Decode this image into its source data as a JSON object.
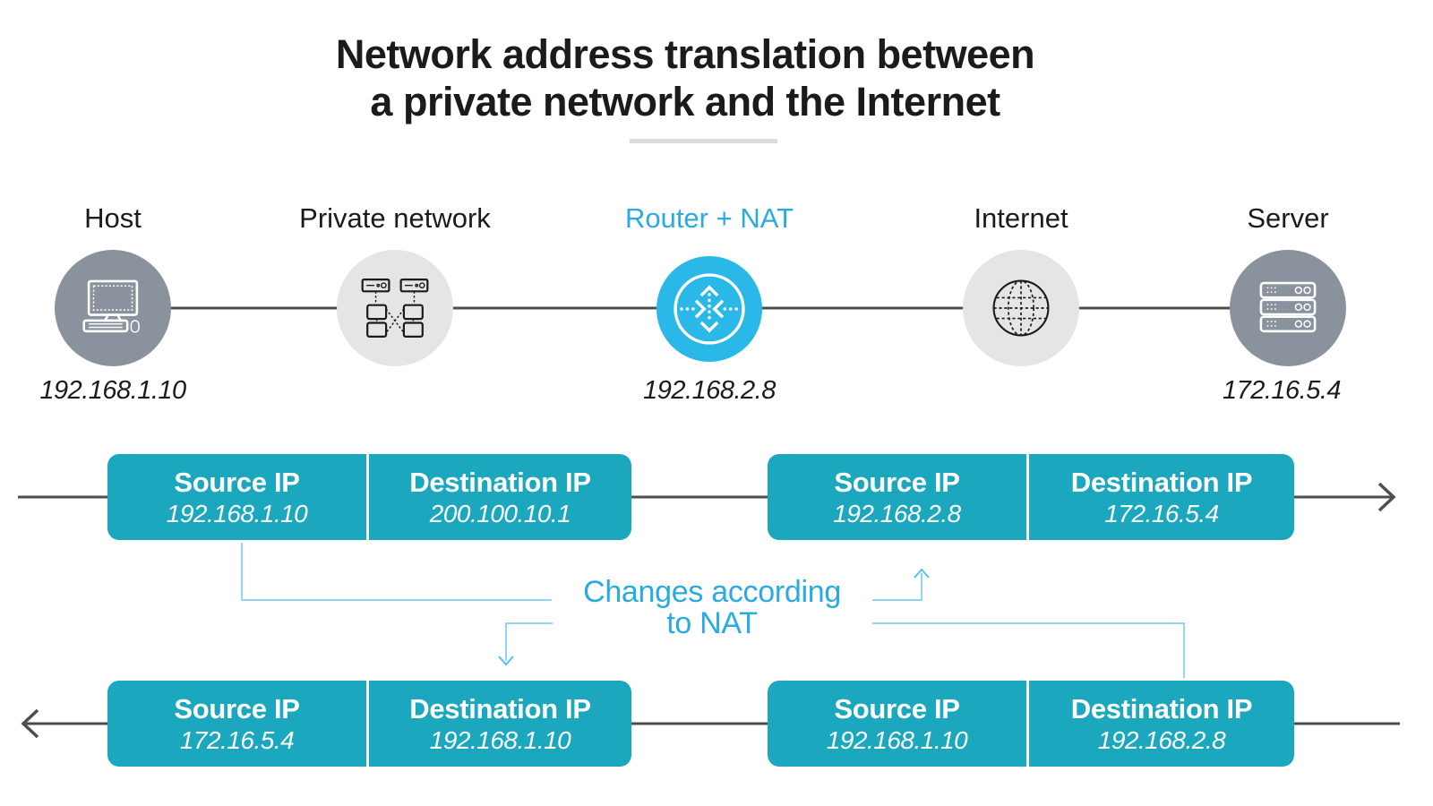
{
  "title": {
    "line1": "Network address translation between",
    "line2": "a private network and the Internet"
  },
  "nodes": [
    {
      "label": "Host",
      "ip": "192.168.1.10",
      "icon": "computer-icon",
      "variant": "gray"
    },
    {
      "label": "Private network",
      "ip": "",
      "icon": "network-icon",
      "variant": "light"
    },
    {
      "label": "Router + NAT",
      "ip": "192.168.2.8",
      "icon": "router-icon",
      "variant": "cyan"
    },
    {
      "label": "Internet",
      "ip": "",
      "icon": "globe-icon",
      "variant": "light"
    },
    {
      "label": "Server",
      "ip": "172.16.5.4",
      "icon": "server-icon",
      "variant": "gray"
    }
  ],
  "packets": {
    "top_left": {
      "source_label": "Source IP",
      "source_ip": "192.168.1.10",
      "dest_label": "Destination IP",
      "dest_ip": "200.100.10.1"
    },
    "top_right": {
      "source_label": "Source IP",
      "source_ip": "192.168.2.8",
      "dest_label": "Destination IP",
      "dest_ip": "172.16.5.4"
    },
    "bottom_left": {
      "source_label": "Source IP",
      "source_ip": "172.16.5.4",
      "dest_label": "Destination IP",
      "dest_ip": "192.168.1.10"
    },
    "bottom_right": {
      "source_label": "Source IP",
      "source_ip": "192.168.1.10",
      "dest_label": "Destination IP",
      "dest_ip": "192.168.2.8"
    }
  },
  "annotation": {
    "line1": "Changes according",
    "line2": "to NAT"
  },
  "colors": {
    "teal": "#1BA7BD",
    "cyan_accent": "#29ABE2",
    "router_fill": "#29B8E8",
    "connector": "#8FD6F3",
    "connector_arrow": "#4FC2EE",
    "line_dark": "#4D4D4D",
    "circle_gray": "#8A929E",
    "circle_light": "#E4E5E7",
    "text_dark": "#1B1B1B",
    "icon_dark": "#1B1B1B",
    "divider_gray": "#DBDBDB"
  }
}
